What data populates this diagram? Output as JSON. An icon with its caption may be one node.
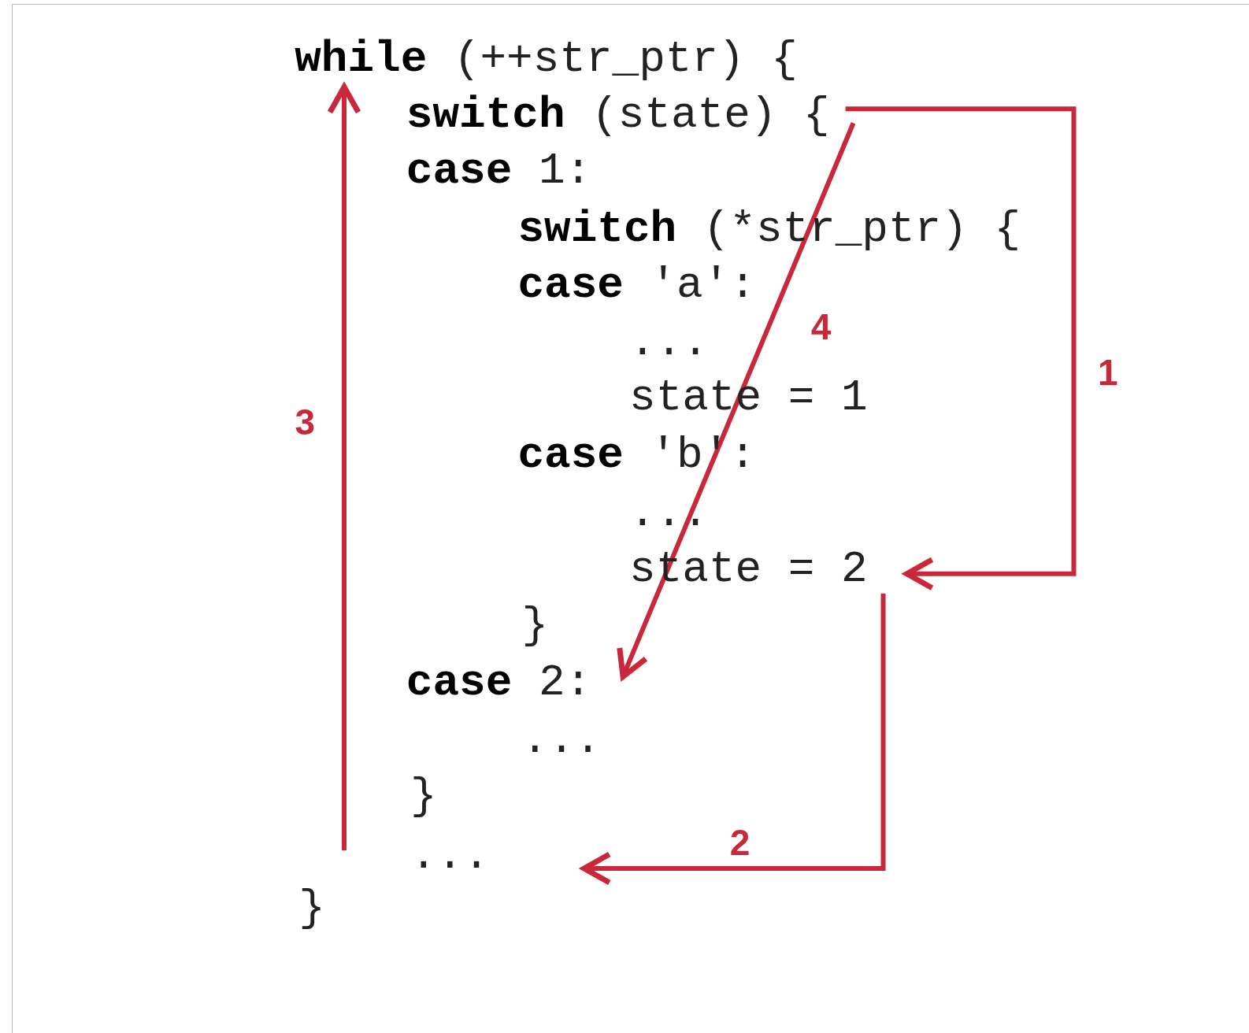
{
  "diagram": {
    "nodes": [
      {
        "text": [
          "**while** (++str_ptr) {"
        ]
      },
      {
        "text": [
          "**switch** (state) {"
        ]
      },
      {
        "text": [
          "state = 2"
        ]
      },
      {
        "text": [
          "**case** 2:"
        ]
      },
      {
        "text": [
          "..."
        ]
      }
    ],
    "edges": [
      {
        "from": 1,
        "to": 2,
        "arrow": "to",
        "label": "1"
      },
      {
        "from": 2,
        "to": 4,
        "arrow": "to",
        "label": "2"
      },
      {
        "from": null,
        "to": 0,
        "arrow": "to",
        "label": "3"
      },
      {
        "from": 1,
        "to": 3,
        "arrow": "to",
        "label": "4"
      }
    ],
    "labels": [
      "**case** 1:",
      "**switch** (*str_ptr) {",
      "**case** 'a':",
      "...",
      "state = 1",
      "**case** 'b':",
      "...",
      "}",
      "...",
      "}",
      "}"
    ]
  }
}
